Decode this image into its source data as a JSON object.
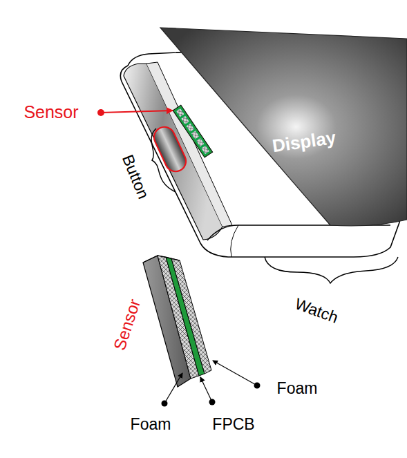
{
  "diagram": {
    "labels": [
      "Sensor",
      "Display",
      "Button",
      "Watch",
      "Sensor",
      "Foam",
      "Foam",
      "FPCB"
    ]
  }
}
